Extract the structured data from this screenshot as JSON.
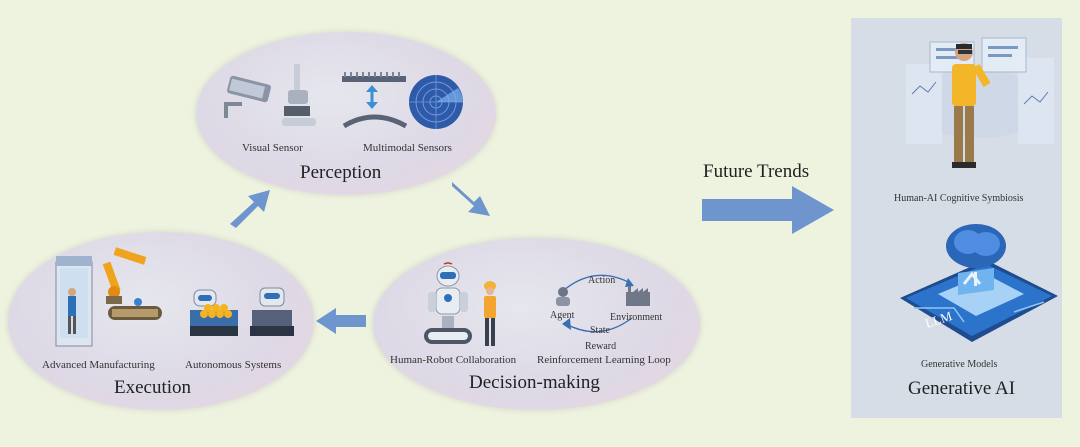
{
  "perception": {
    "title": "Perception",
    "visual_sensor": "Visual Sensor",
    "multimodal_sensors": "Multimodal Sensors"
  },
  "decision": {
    "title": "Decision-making",
    "hrc": "Human-Robot Collaboration",
    "rl_loop": "Reinforcement Learning Loop",
    "action": "Action",
    "state": "State",
    "reward": "Reward",
    "agent": "Agent",
    "environment": "Environment"
  },
  "execution": {
    "title": "Execution",
    "advanced_manufacturing": "Advanced Manufacturing",
    "autonomous_systems": "Autonomous Systems"
  },
  "future_trends": "Future Trends",
  "generative_ai": {
    "title": "Generative AI",
    "symbiosis": "Human-AI Cognitive Symbiosis",
    "models": "Generative Models",
    "llm": "LLM"
  },
  "colors": {
    "background": "#eef3df",
    "arrow": "#6f95cf",
    "panel": "#d6dde6"
  }
}
